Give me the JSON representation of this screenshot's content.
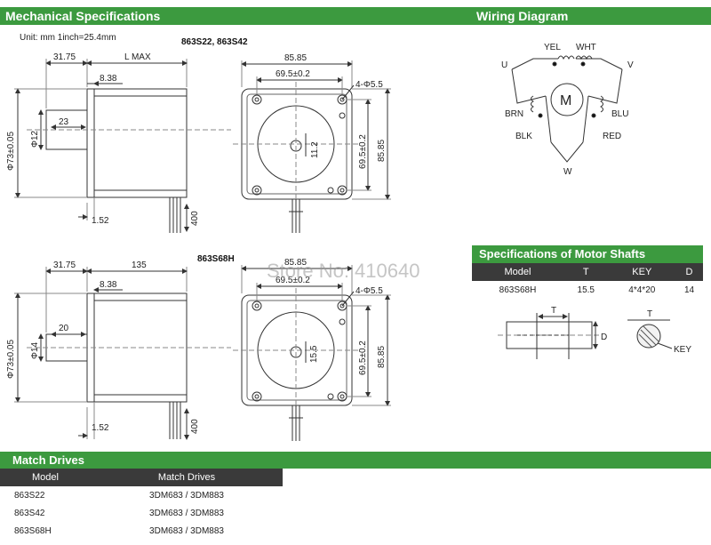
{
  "headers": {
    "mechanical": "Mechanical Specifications",
    "wiring": "Wiring Diagram"
  },
  "unit_note": "Unit: mm  1inch=25.4mm",
  "top_drawing": {
    "model_title": "863S22, 863S42",
    "dim_3175": "31.75",
    "dim_lmax": "L MAX",
    "dim_838": "8.38",
    "dim_23": "23",
    "dim_dia12": "Φ12",
    "dim_dia73": "Φ73±0.05",
    "dim_152": "1.52",
    "dim_400": "400",
    "dim_8585_w": "85.85",
    "dim_695_w": "69.5±0.2",
    "dim_holes": "4-Φ5.5",
    "dim_112": "11.2",
    "dim_695_h": "69.5±0.2",
    "dim_8585_h": "85.85"
  },
  "bottom_drawing": {
    "model_title": "863S68H",
    "dim_3175": "31.75",
    "dim_135": "135",
    "dim_838": "8.38",
    "dim_20": "20",
    "dim_dia14": "Φ14",
    "dim_dia73": "Φ73±0.05",
    "dim_152": "1.52",
    "dim_400": "400",
    "dim_8585_w": "85.85",
    "dim_695_w": "69.5±0.2",
    "dim_holes": "4-Φ5.5",
    "dim_155": "15.5",
    "dim_695_h": "69.5±0.2",
    "dim_8585_h": "85.85"
  },
  "wiring": {
    "motor": "M",
    "labels": {
      "yel": "YEL",
      "wht": "WHT",
      "u": "U",
      "v": "V",
      "brn": "BRN",
      "blu": "BLU",
      "blk": "BLK",
      "red": "RED",
      "w": "W"
    }
  },
  "shafts": {
    "title": "Specifications of Motor Shafts",
    "columns": [
      "Model",
      "T",
      "KEY",
      "D"
    ],
    "rows": [
      [
        "863S68H",
        "15.5",
        "4*4*20",
        "14"
      ]
    ],
    "diagram": {
      "t": "T",
      "d": "D",
      "key": "KEY"
    }
  },
  "match": {
    "title": "Match Drives",
    "columns": [
      "Model",
      "Match Drives"
    ],
    "rows": [
      [
        "863S22",
        "3DM683 / 3DM883"
      ],
      [
        "863S42",
        "3DM683 / 3DM883"
      ],
      [
        "863S68H",
        "3DM683 / 3DM883"
      ]
    ]
  },
  "watermark": "Store No: 410640",
  "colors": {
    "header_green": "#3c9a3f",
    "table_header": "#3a3a3a"
  }
}
